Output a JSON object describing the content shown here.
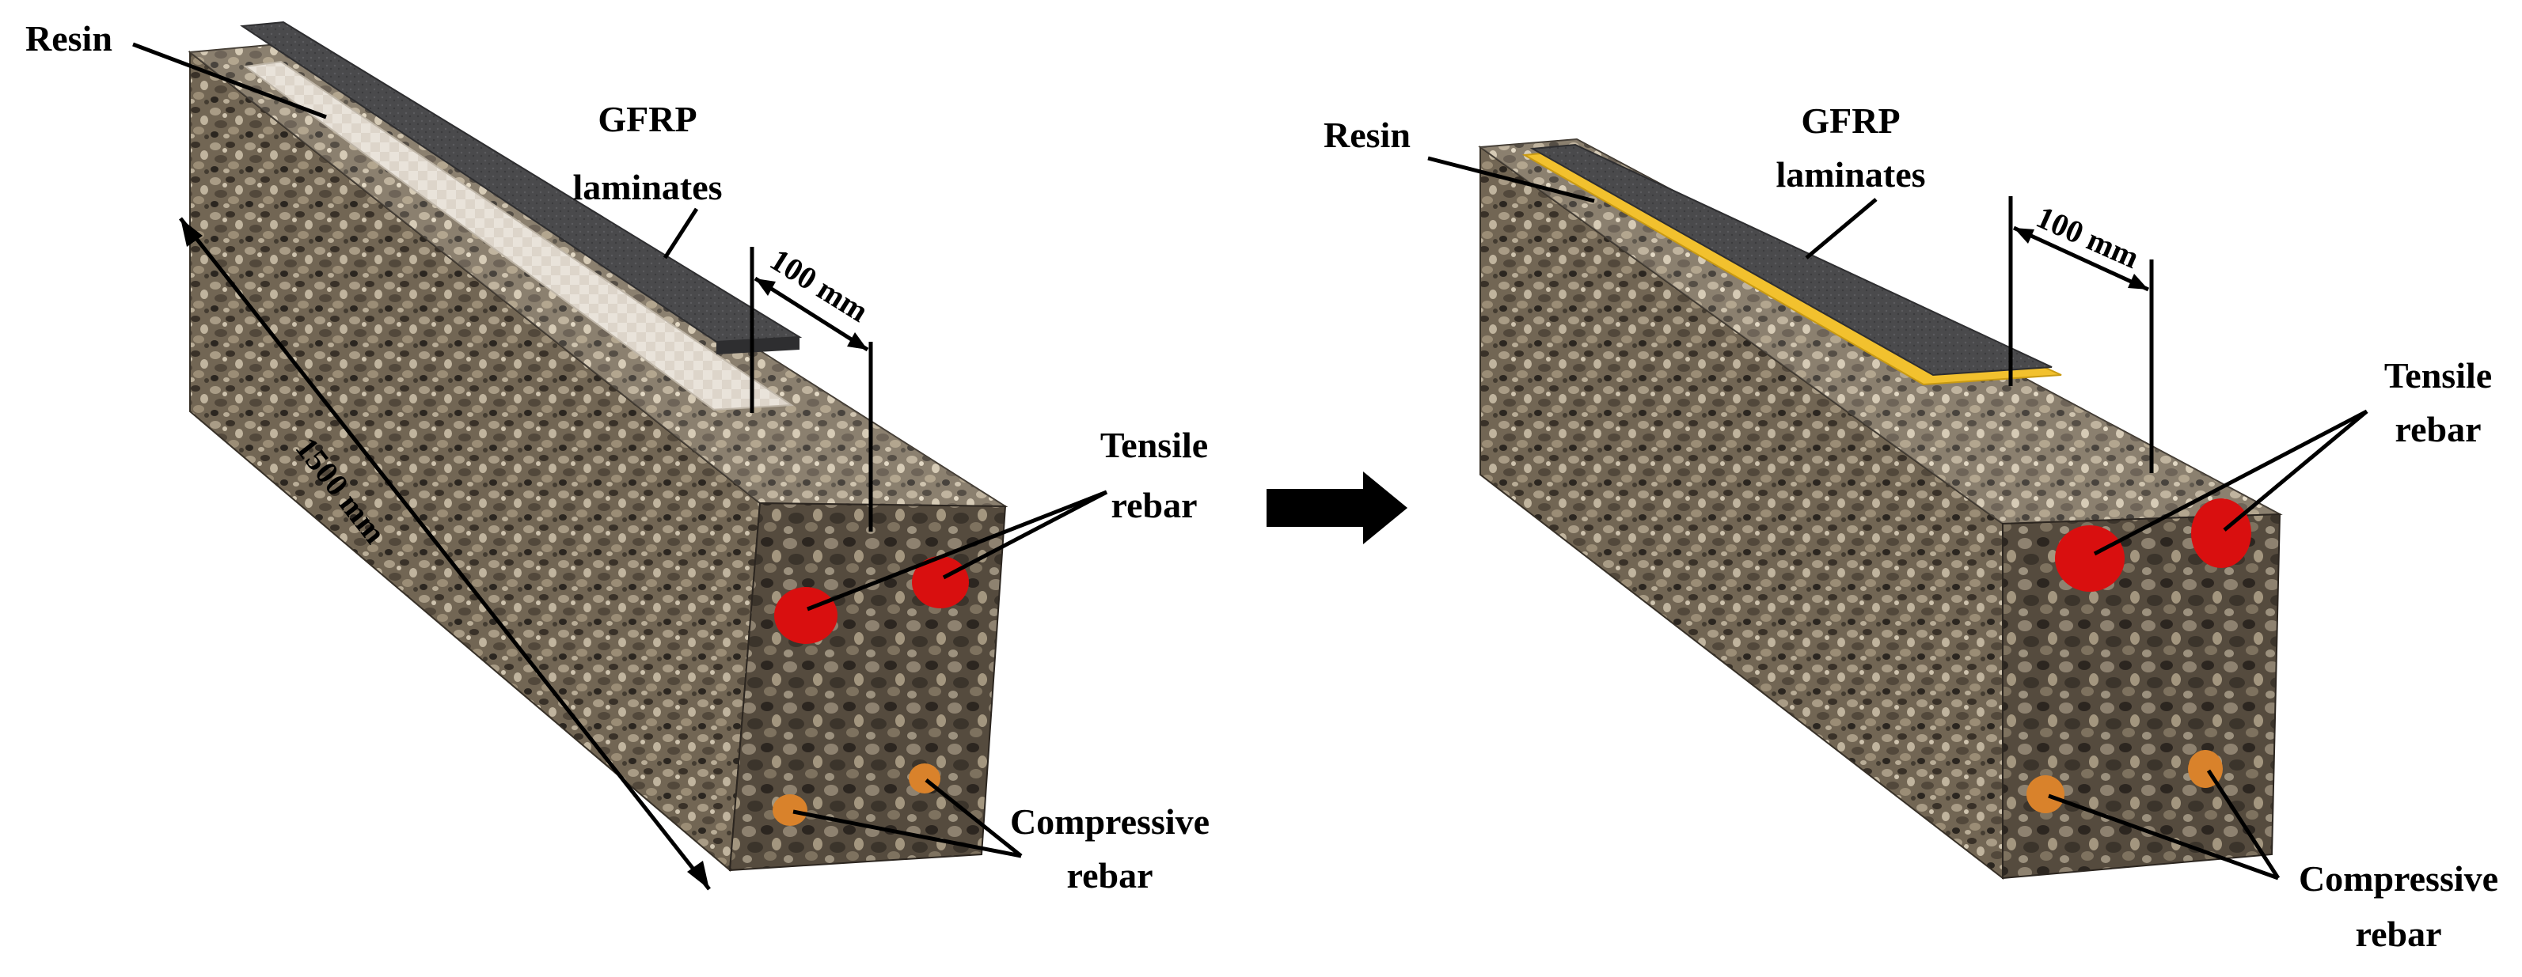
{
  "colors": {
    "concrete_top": "#8d7f6a",
    "concrete_side": "#6f6350",
    "concrete_end": "#4f4639",
    "laminate": "#4a4a4c",
    "laminate_edge": "#2e2e30",
    "resin_left": "#e9e3da",
    "resin_right": "#f2c12e",
    "tensile_rebar": "#d90f0f",
    "compressive_rebar": "#d9822b",
    "arrow": "#000000"
  },
  "left_beam": {
    "resin_label": "Resin",
    "gfrp_label_line1": "GFRP",
    "gfrp_label_line2": "laminates",
    "offset_label": "100 mm",
    "length_label": "1500 mm",
    "tensile_label_line1": "Tensile",
    "tensile_label_line2": "rebar",
    "compressive_label_line1": "Compressive",
    "compressive_label_line2": "rebar"
  },
  "process_arrow": "right-arrow-icon",
  "right_beam": {
    "resin_label": "Resin",
    "gfrp_label_line1": "GFRP",
    "gfrp_label_line2": "laminates",
    "offset_label": "100 mm",
    "tensile_label_line1": "Tensile",
    "tensile_label_line2": "rebar",
    "compressive_label_line1": "Compressive",
    "compressive_label_line2": "rebar"
  }
}
